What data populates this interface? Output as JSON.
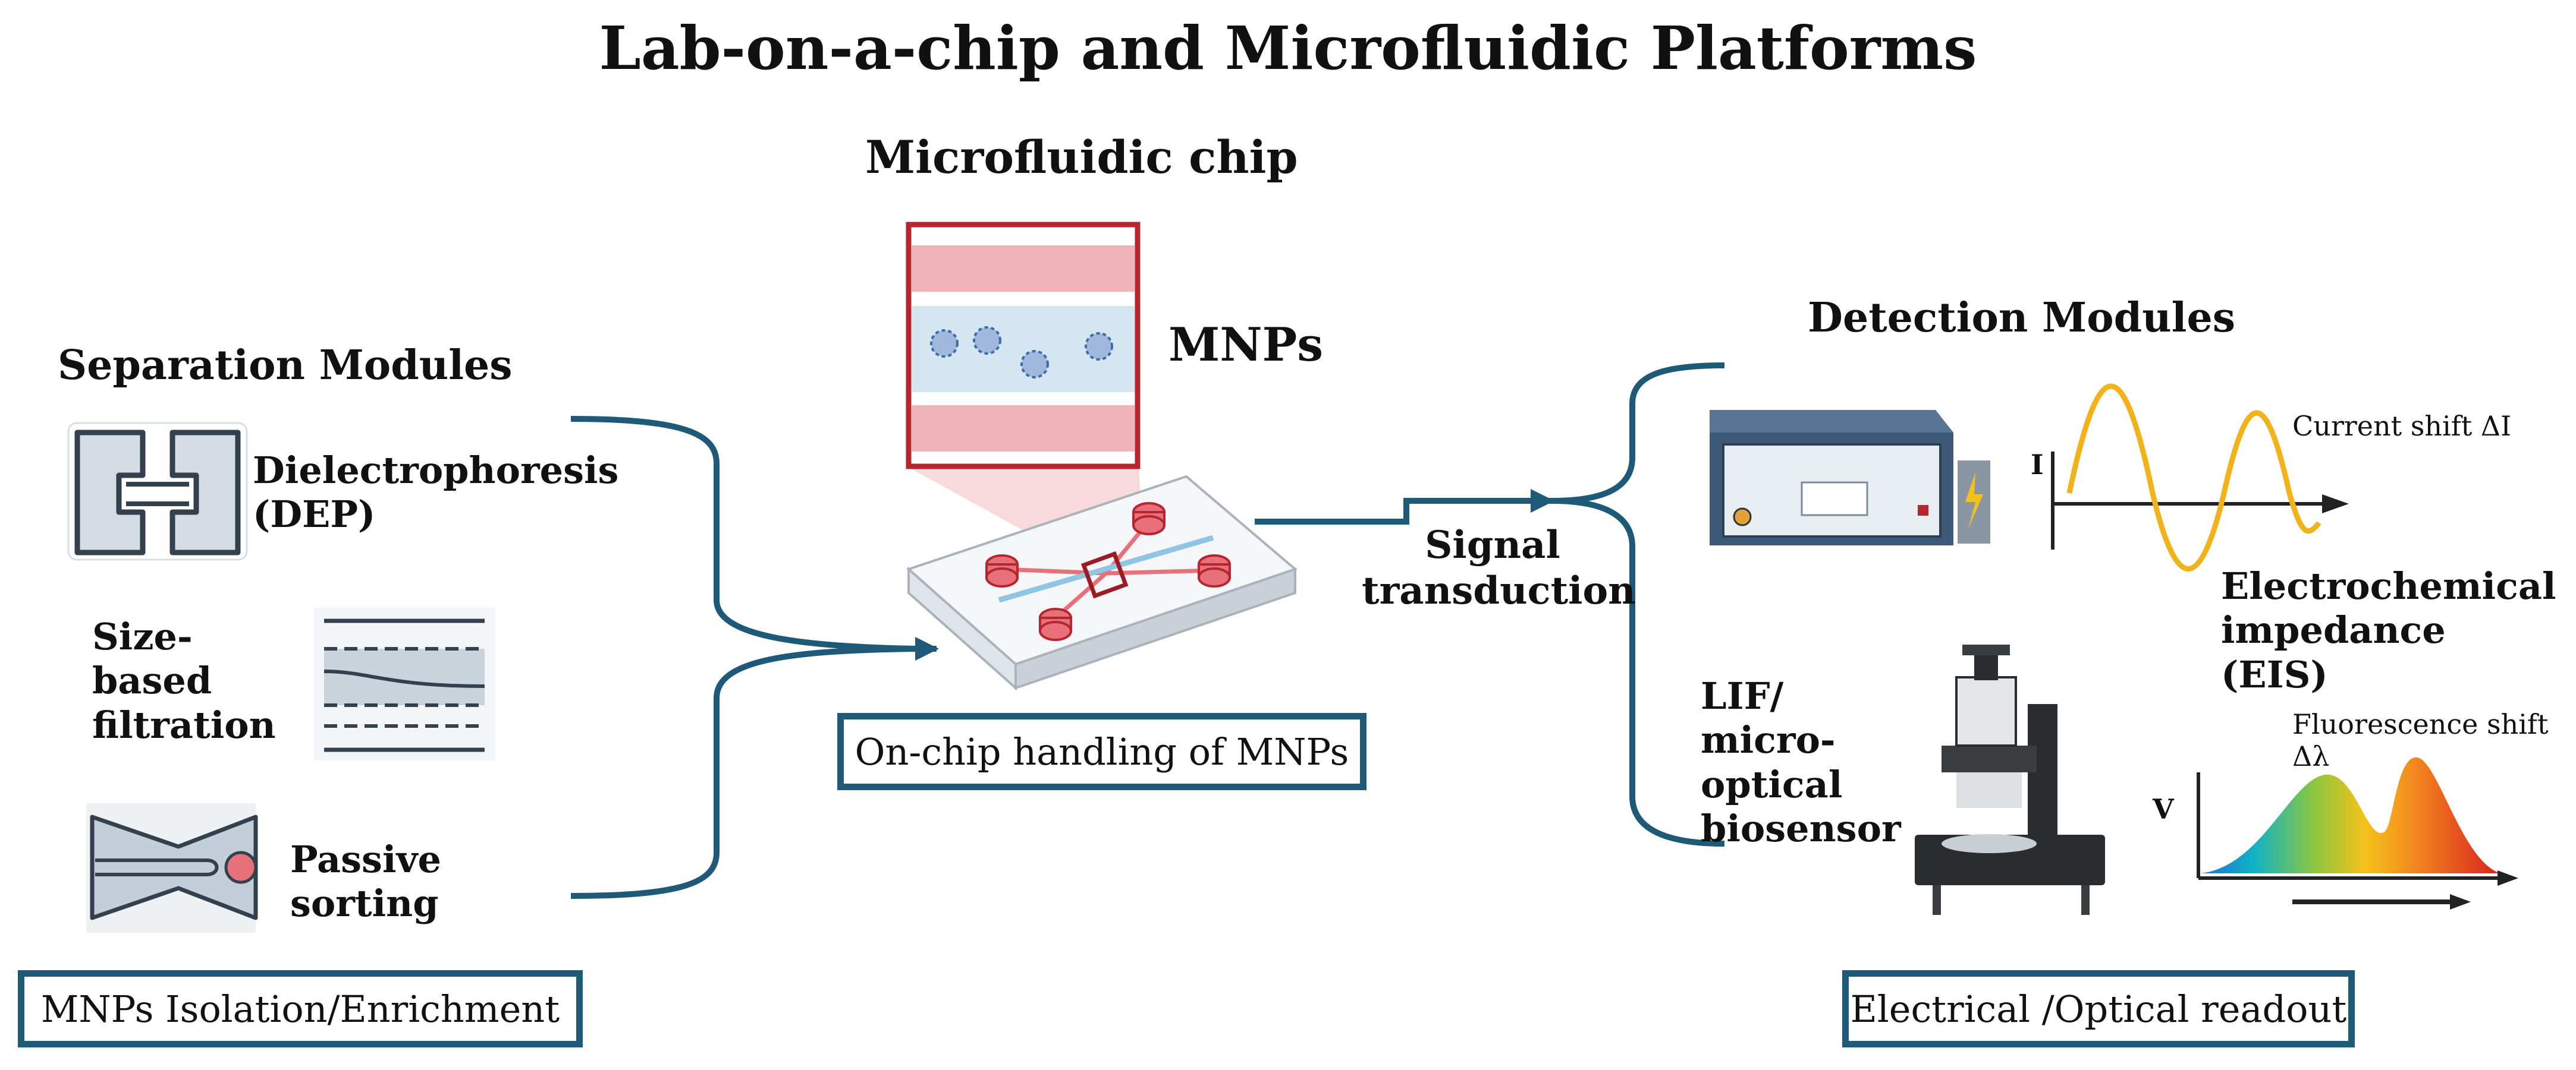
{
  "title": "Lab-on-a-chip and Microfluidic Platforms",
  "separation": {
    "heading": "Separation Modules",
    "items": [
      {
        "label": "Dielectrophoresis (DEP)"
      },
      {
        "label": "Size-based filtration"
      },
      {
        "label": "Passive sorting"
      }
    ],
    "footer": "MNPs Isolation/Enrichment"
  },
  "chip": {
    "heading": "Microfluidic chip",
    "particles_label": "MNPs",
    "footer": "On-chip handling of MNPs"
  },
  "signal": {
    "label": "Signal transduction"
  },
  "detection": {
    "heading": "Detection Modules",
    "current_shift": "Current shift ΔI",
    "current_axis": "I",
    "eis_label": "Electrochemical impedance (EIS)",
    "lif_label": "LIF/ micro-optical biosensor",
    "fluor_shift": "Fluorescence shift Δλ",
    "fluor_axis": "V",
    "footer": "Electrical /Optical readout"
  },
  "colors": {
    "connector": "#1e5a78",
    "channel_red": "#efb3b8",
    "channel_blue": "#d3e6f1",
    "outline_red": "#b5262f",
    "signal_yellow": "#f2b21a",
    "device_blue": "#3e5a78"
  }
}
